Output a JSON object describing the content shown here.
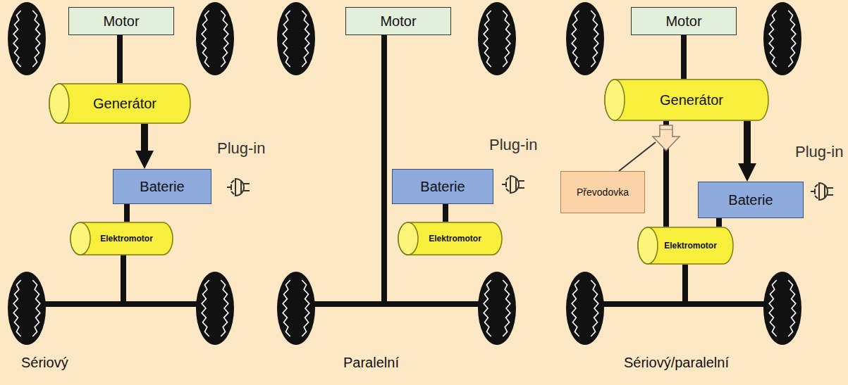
{
  "diagram": {
    "nodes": [
      {
        "text": [
          "Motor"
        ]
      },
      {
        "text": [
          "Generátor"
        ]
      },
      {
        "text": [
          "Baterie"
        ]
      },
      {
        "text": [
          "Elektromotor"
        ]
      },
      {
        "text": [
          "Motor"
        ]
      },
      {
        "text": [
          "Baterie"
        ]
      },
      {
        "text": [
          "Elektromotor"
        ]
      },
      {
        "text": [
          "Motor"
        ]
      },
      {
        "text": [
          "Generátor"
        ]
      },
      {
        "text": [
          "Převodovka"
        ]
      },
      {
        "text": [
          "Baterie"
        ]
      },
      {
        "text": [
          "Elektromotor"
        ]
      }
    ],
    "edges": [
      {
        "from": 0,
        "to": 1,
        "arrow": "none"
      },
      {
        "from": 1,
        "to": 2,
        "arrow": "to"
      },
      {
        "from": 2,
        "to": 3,
        "arrow": "none"
      },
      {
        "from": 5,
        "to": 6,
        "arrow": "none"
      },
      {
        "from": 7,
        "to": 8,
        "arrow": "none"
      },
      {
        "from": 8,
        "to": 10,
        "arrow": "to"
      },
      {
        "from": 8,
        "to": 11,
        "arrow": "none"
      },
      {
        "from": 10,
        "to": 11,
        "arrow": "none"
      }
    ],
    "labels": [
      "Plug-in",
      "Plug-in",
      "Plug-in",
      "Sériový",
      "Paralelní",
      "Sériový/paralelní"
    ]
  }
}
